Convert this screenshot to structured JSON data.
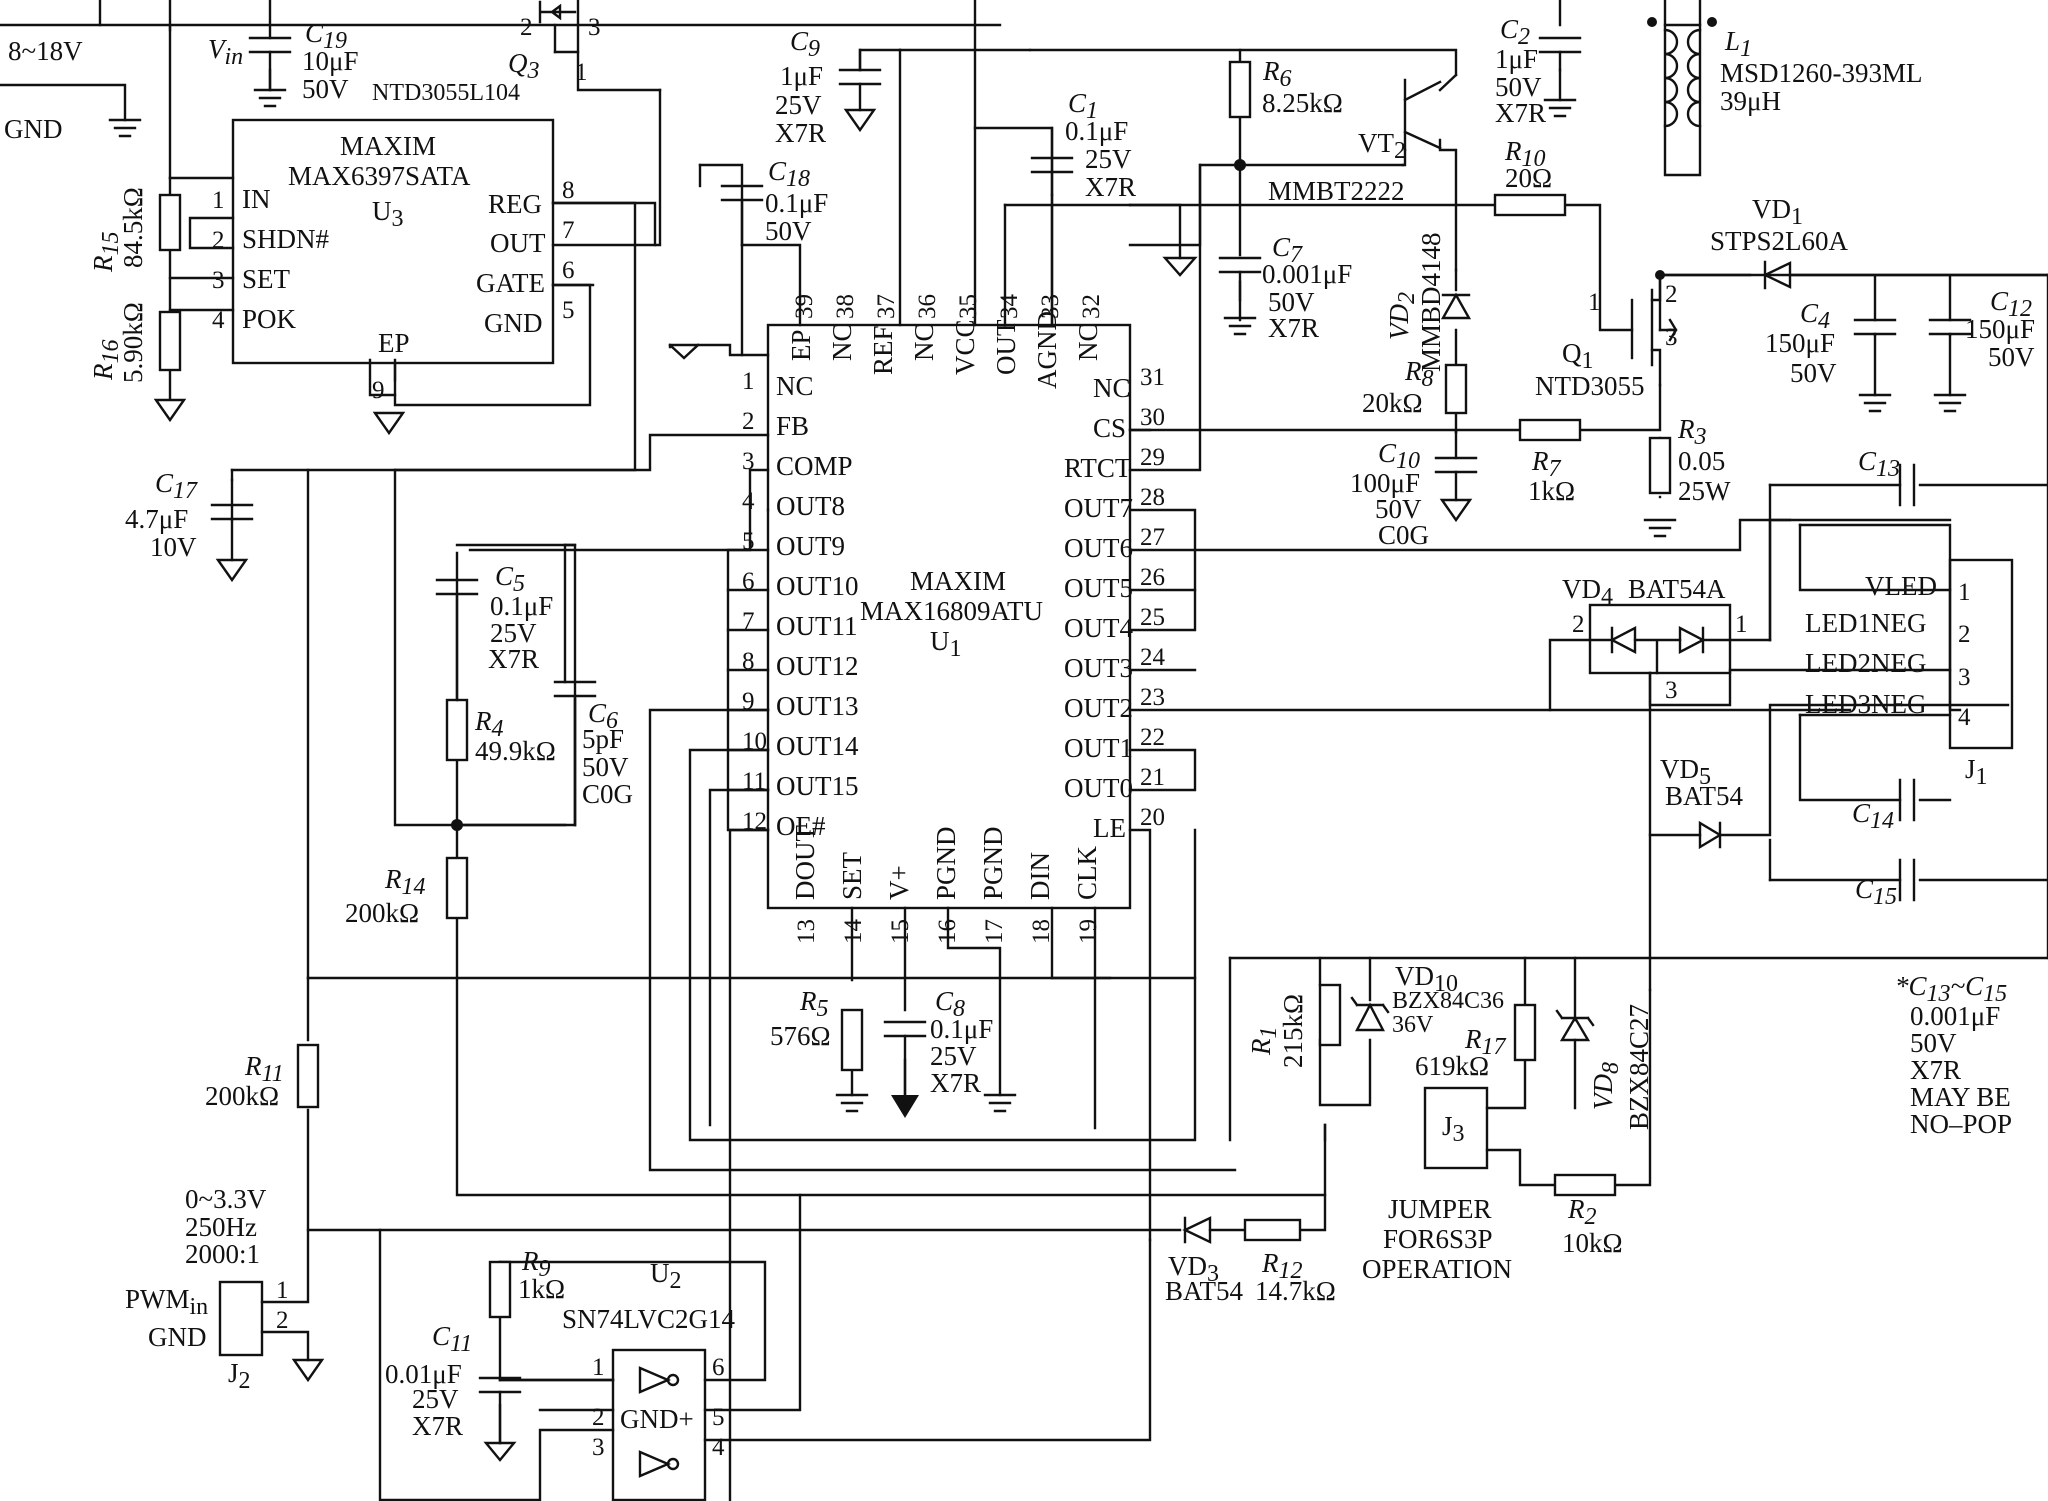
{
  "supply": {
    "input_range": "8~18V",
    "gnd": "GND",
    "vin": "V",
    "vin_sub": "in"
  },
  "u3": {
    "brand": "MAXIM",
    "part": "MAX6397SATA",
    "ref": "U",
    "ref_sub": "3",
    "pins_left": [
      {
        "num": "1",
        "name": "IN"
      },
      {
        "num": "2",
        "name": "SHDN#"
      },
      {
        "num": "3",
        "name": "SET"
      },
      {
        "num": "4",
        "name": "POK"
      }
    ],
    "pins_right": [
      {
        "num": "8",
        "name": "REG"
      },
      {
        "num": "7",
        "name": "OUT"
      },
      {
        "num": "6",
        "name": "GATE"
      },
      {
        "num": "5",
        "name": "GND"
      }
    ],
    "ep_name": "EP",
    "ep_num": "9"
  },
  "q3": {
    "ref": "Q",
    "ref_sub": "3",
    "part": "NTD3055L104",
    "p1": "1",
    "p2": "2",
    "p3": "3"
  },
  "u1": {
    "brand": "MAXIM",
    "part": "MAX16809ATU",
    "ref": "U",
    "ref_sub": "1",
    "pins_top": [
      {
        "num": "39",
        "name": "EP"
      },
      {
        "num": "38",
        "name": "NC"
      },
      {
        "num": "37",
        "name": "REF"
      },
      {
        "num": "36",
        "name": "NC"
      },
      {
        "num": "35",
        "name": "VCC"
      },
      {
        "num": "34",
        "name": "OUT"
      },
      {
        "num": "33",
        "name": "AGND"
      },
      {
        "num": "32",
        "name": "NC"
      }
    ],
    "pins_left": [
      {
        "num": "1",
        "name": "NC"
      },
      {
        "num": "2",
        "name": "FB"
      },
      {
        "num": "3",
        "name": "COMP"
      },
      {
        "num": "4",
        "name": "OUT8"
      },
      {
        "num": "5",
        "name": "OUT9"
      },
      {
        "num": "6",
        "name": "OUT10"
      },
      {
        "num": "7",
        "name": "OUT11"
      },
      {
        "num": "8",
        "name": "OUT12"
      },
      {
        "num": "9",
        "name": "OUT13"
      },
      {
        "num": "10",
        "name": "OUT14"
      },
      {
        "num": "11",
        "name": "OUT15"
      },
      {
        "num": "12",
        "name": "OE#"
      }
    ],
    "pins_right": [
      {
        "num": "31",
        "name": "NC"
      },
      {
        "num": "30",
        "name": "CS"
      },
      {
        "num": "29",
        "name": "RTCT"
      },
      {
        "num": "28",
        "name": "OUT7"
      },
      {
        "num": "27",
        "name": "OUT6"
      },
      {
        "num": "26",
        "name": "OUT5"
      },
      {
        "num": "25",
        "name": "OUT4"
      },
      {
        "num": "24",
        "name": "OUT3"
      },
      {
        "num": "23",
        "name": "OUT2"
      },
      {
        "num": "22",
        "name": "OUT1"
      },
      {
        "num": "21",
        "name": "OUT0"
      },
      {
        "num": "20",
        "name": "LE"
      }
    ],
    "pins_bottom": [
      {
        "num": "13",
        "name": "DOUT"
      },
      {
        "num": "14",
        "name": "SET"
      },
      {
        "num": "15",
        "name": "V+"
      },
      {
        "num": "16",
        "name": "PGND"
      },
      {
        "num": "17",
        "name": "PGND"
      },
      {
        "num": "18",
        "name": "DIN"
      },
      {
        "num": "19",
        "name": "CLK"
      }
    ]
  },
  "u2": {
    "ref": "U",
    "ref_sub": "2",
    "part": "SN74LVC2G14",
    "gnd": "GND",
    "plus": "+",
    "pins": [
      "1",
      "2",
      "3",
      "4",
      "5",
      "6"
    ]
  },
  "j1": {
    "ref": "J",
    "ref_sub": "1",
    "pins": [
      {
        "num": "1",
        "name": "VLED"
      },
      {
        "num": "2",
        "name": "LED1NEG"
      },
      {
        "num": "3",
        "name": "LED2NEG"
      },
      {
        "num": "4",
        "name": "LED3NEG"
      }
    ]
  },
  "j2": {
    "ref": "J",
    "ref_sub": "2",
    "pwm": "PWM",
    "pwm_sub": "in",
    "gnd": "GND",
    "p1": "1",
    "p2": "2",
    "signal": [
      "0~3.3V",
      "250Hz",
      "2000:1"
    ]
  },
  "j3": {
    "ref": "J",
    "ref_sub": "3",
    "note": [
      "JUMPER",
      "FOR6S3P",
      "OPERATION"
    ]
  },
  "l1": {
    "ref": "L",
    "ref_sub": "1",
    "part": "MSD1260-393ML",
    "value": "39μH"
  },
  "q1": {
    "ref": "Q",
    "ref_sub": "1",
    "part": "NTD3055",
    "p1": "1",
    "p2": "2",
    "p3": "3"
  },
  "vt2": {
    "ref": "VT",
    "ref_sub": "2",
    "part": "MMBT2222"
  },
  "vd1": {
    "ref": "VD",
    "ref_sub": "1",
    "part": "STPS2L60A"
  },
  "vd2": {
    "ref": "VD",
    "ref_sub": "2",
    "part": "MMBD4148"
  },
  "vd3": {
    "ref": "VD",
    "ref_sub": "3",
    "part": "BAT54"
  },
  "vd4": {
    "ref": "VD",
    "ref_sub": "4",
    "part": "BAT54A",
    "p1": "1",
    "p2": "2",
    "p3": "3"
  },
  "vd5": {
    "ref": "VD",
    "ref_sub": "5",
    "part": "BAT54"
  },
  "vd8": {
    "ref": "VD",
    "ref_sub": "8",
    "part": "BZX84C27"
  },
  "vd10": {
    "ref": "VD",
    "ref_sub": "10",
    "part": "BZX84C36",
    "value": "36V"
  },
  "caps": {
    "c19": {
      "ref": "C",
      "sub": "19",
      "lines": [
        "10μF",
        "50V"
      ]
    },
    "c9": {
      "ref": "C",
      "sub": "9",
      "lines": [
        "1μF",
        "25V",
        "X7R"
      ]
    },
    "c18": {
      "ref": "C",
      "sub": "18",
      "lines": [
        "0.1μF",
        "50V"
      ]
    },
    "c1": {
      "ref": "C",
      "sub": "1",
      "lines": [
        "0.1μF",
        "25V",
        "X7R"
      ]
    },
    "c2": {
      "ref": "C",
      "sub": "2",
      "lines": [
        "1μF",
        "50V",
        "X7R"
      ]
    },
    "c7": {
      "ref": "C",
      "sub": "7",
      "lines": [
        "0.001μF",
        "50V",
        "X7R"
      ]
    },
    "c4": {
      "ref": "C",
      "sub": "4",
      "lines": [
        "150μF",
        "50V"
      ]
    },
    "c12": {
      "ref": "C",
      "sub": "12",
      "lines": [
        "150μF",
        "50V"
      ]
    },
    "c10": {
      "ref": "C",
      "sub": "10",
      "lines": [
        "100μF",
        "50V",
        "C0G"
      ]
    },
    "c17": {
      "ref": "C",
      "sub": "17",
      "lines": [
        "4.7μF",
        "10V"
      ]
    },
    "c5": {
      "ref": "C",
      "sub": "5",
      "lines": [
        "0.1μF",
        "25V",
        "X7R"
      ]
    },
    "c6": {
      "ref": "C",
      "sub": "6",
      "lines": [
        "5pF",
        "50V",
        "C0G"
      ]
    },
    "c8": {
      "ref": "C",
      "sub": "8",
      "lines": [
        "0.1μF",
        "25V",
        "X7R"
      ]
    },
    "c11": {
      "ref": "C",
      "sub": "11",
      "lines": [
        "0.01μF",
        "25V",
        "X7R"
      ]
    },
    "c13": {
      "ref": "C",
      "sub": "13"
    },
    "c14": {
      "ref": "C",
      "sub": "14"
    },
    "c15": {
      "ref": "C",
      "sub": "15"
    }
  },
  "res": {
    "r6": {
      "ref": "R",
      "sub": "6",
      "value": "8.25kΩ"
    },
    "r10": {
      "ref": "R",
      "sub": "10",
      "value": "20Ω"
    },
    "r15": {
      "ref": "R",
      "sub": "15",
      "value": "84.5kΩ"
    },
    "r16": {
      "ref": "R",
      "sub": "16",
      "value": "5.90kΩ"
    },
    "r8": {
      "ref": "R",
      "sub": "8",
      "value": "20kΩ"
    },
    "r7": {
      "ref": "R",
      "sub": "7",
      "value": "1kΩ"
    },
    "r3": {
      "ref": "R",
      "sub": "3",
      "value": "0.05",
      "value2": "25W"
    },
    "r4": {
      "ref": "R",
      "sub": "4",
      "value": "49.9kΩ"
    },
    "r14": {
      "ref": "R",
      "sub": "14",
      "value": "200kΩ"
    },
    "r5": {
      "ref": "R",
      "sub": "5",
      "value": "576Ω"
    },
    "r1": {
      "ref": "R",
      "sub": "1",
      "value": "215kΩ"
    },
    "r17": {
      "ref": "R",
      "sub": "17",
      "value": "619kΩ"
    },
    "r11": {
      "ref": "R",
      "sub": "11",
      "value": "200kΩ"
    },
    "r12": {
      "ref": "R",
      "sub": "12",
      "value": "14.7kΩ"
    },
    "r2": {
      "ref": "R",
      "sub": "2",
      "value": "10kΩ"
    },
    "r9": {
      "ref": "R",
      "sub": "9",
      "value": "1kΩ"
    }
  },
  "note": {
    "head_star": "*",
    "head_from": "C",
    "head_from_sub": "13",
    "head_tilde": "~",
    "head_to": "C",
    "head_to_sub": "15",
    "lines": [
      "0.001μF",
      "50V",
      "X7R",
      "MAY BE",
      "NO–POP"
    ]
  }
}
